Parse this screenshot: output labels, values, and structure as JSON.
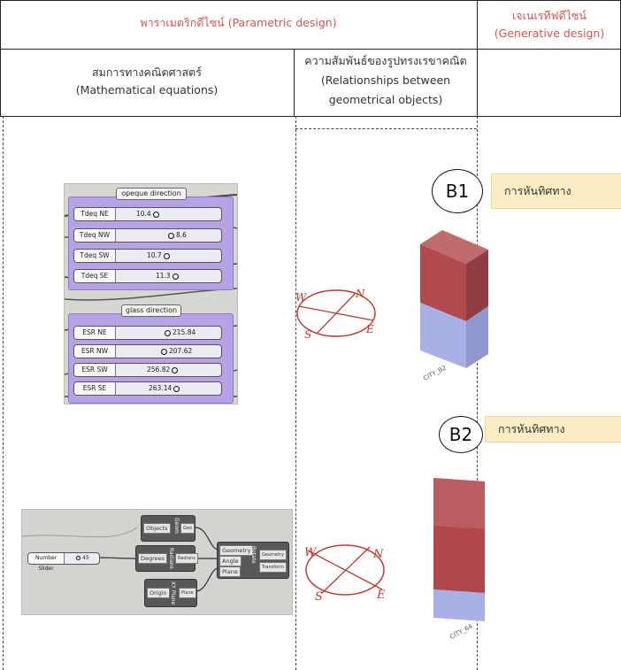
{
  "header": {
    "parametric_title": "พาราเมตริกดีไซน์ (Parametric design)",
    "generative_title_line1": "เจเนเรทีฟดีไซน์",
    "generative_title_line2": "(Generative design)",
    "math_col_line1": "สมการทางคณิตศาสตร์",
    "math_col_line2": "(Mathematical equations)",
    "rel_col_line1": "ความสัมพันธ์ของรูปทรงเรขาคณิต",
    "rel_col_line2": "(Relationships between",
    "rel_col_line3": "geometrical objects)"
  },
  "panel1": {
    "opaque_title": "opeque direction",
    "opaque_sliders": [
      {
        "label": "Tdeq NE",
        "value": "10.4"
      },
      {
        "label": "Tdeq NW",
        "value": "8.6"
      },
      {
        "label": "Tdeq SW",
        "value": "10.7"
      },
      {
        "label": "Tdeq SE",
        "value": "11.3"
      }
    ],
    "glass_title": "glass direction",
    "glass_sliders": [
      {
        "label": "ESR NE",
        "value": "215.84"
      },
      {
        "label": "ESR NW",
        "value": "207.62"
      },
      {
        "label": "ESR SW",
        "value": "256.82"
      },
      {
        "label": "ESR SE",
        "value": "263.14"
      }
    ]
  },
  "panel2": {
    "slider_label": "Number Slider",
    "slider_value": "45",
    "components": [
      {
        "name": "Geom",
        "inputs": [
          "Objects"
        ],
        "outputs": [
          "Geo"
        ]
      },
      {
        "name": "Radians",
        "inputs": [
          "Degrees"
        ],
        "outputs": [
          "Radians"
        ]
      },
      {
        "name": "XY Plane",
        "inputs": [
          "Origin"
        ],
        "outputs": [
          "Plane"
        ]
      },
      {
        "name": "Rotate",
        "inputs": [
          "Geometry",
          "Angle",
          "Plane"
        ],
        "outputs": [
          "Geometry",
          "Transform"
        ]
      }
    ]
  },
  "compass": {
    "n": "N",
    "e": "E",
    "s": "S",
    "w": "W"
  },
  "b1": {
    "badge": "B1",
    "label": "การหันทิศทาง",
    "building_label": "CITY_B2"
  },
  "b2": {
    "badge": "B2",
    "label": "การหันทิศทาง",
    "building_label": "CITY_64"
  },
  "colors": {
    "red_header": "#d9534f",
    "tag_bg": "#fcedc7",
    "box_top": "#b0474d",
    "box_base": "#a9b4ee",
    "gh_group": "#b7a2e6"
  }
}
